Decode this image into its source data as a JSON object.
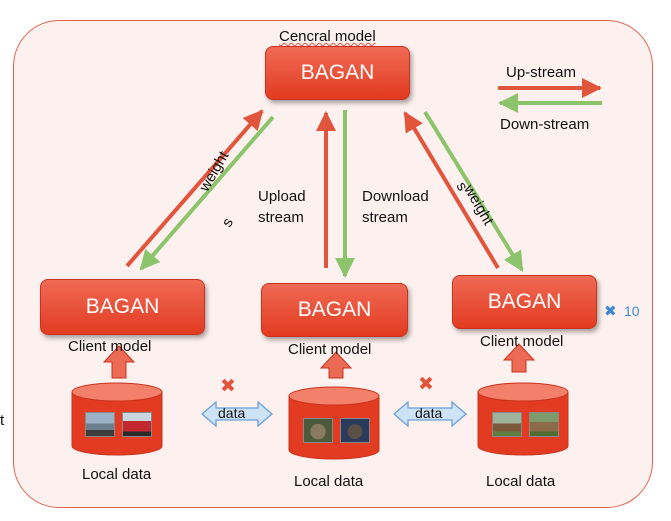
{
  "central": {
    "title": "Cencral model",
    "box_label": "BAGAN"
  },
  "legend": {
    "up_label": "Up-stream",
    "down_label": "Down-stream",
    "up_color": "#e2553d",
    "down_color": "#8cc46b"
  },
  "arrows": {
    "weights_left_line1": "weight",
    "weights_left_line2": "s",
    "weights_right_line1": "weight",
    "weights_right_line2": "s",
    "upload": "Upload\nstream",
    "download": "Download\nstream"
  },
  "clients": [
    {
      "box_label": "BAGAN",
      "caption": "Client model",
      "data_label": "Local data"
    },
    {
      "box_label": "BAGAN",
      "caption": "Client model",
      "data_label": "Local data"
    },
    {
      "box_label": "BAGAN",
      "caption": "Client model",
      "data_label": "Local data"
    }
  ],
  "multiplier": {
    "symbol": "✖",
    "count": "10"
  },
  "data_exchange": {
    "label": "data",
    "blocked_symbol": "✖"
  },
  "edge_glyph": "t"
}
